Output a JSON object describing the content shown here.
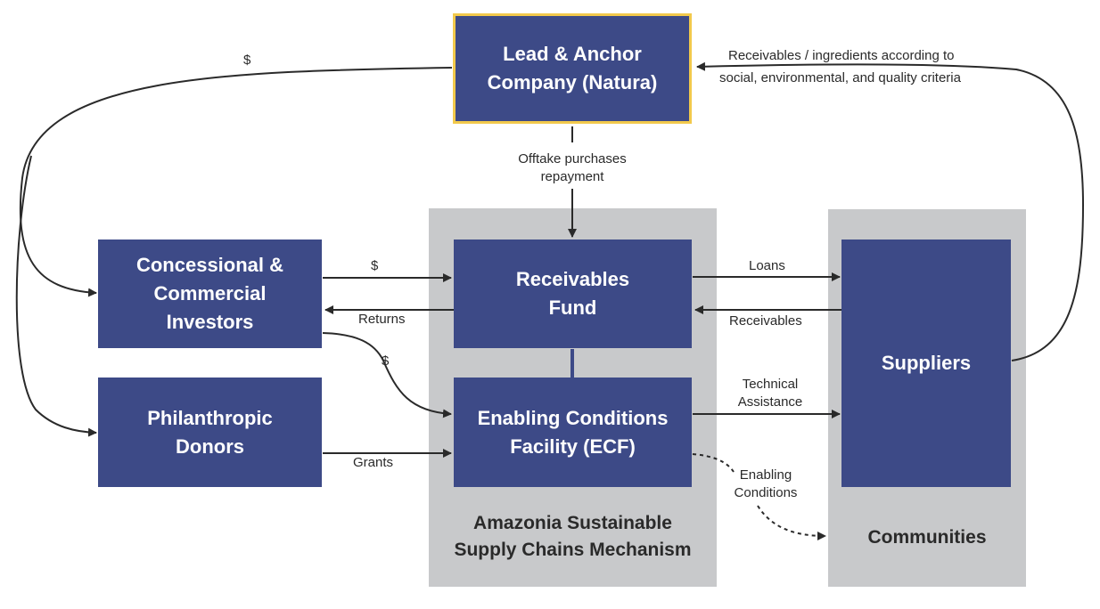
{
  "nodes": {
    "lead": {
      "line1": "Lead & Anchor",
      "line2": "Company (Natura)"
    },
    "investors": {
      "line1": "Concessional &",
      "line2": "Commercial",
      "line3": "Investors"
    },
    "donors": {
      "line1": "Philanthropic",
      "line2": "Donors"
    },
    "fund": {
      "line1": "Receivables",
      "line2": "Fund"
    },
    "ecf": {
      "line1": "Enabling Conditions",
      "line2": "Facility (ECF)"
    },
    "suppliers": {
      "label": "Suppliers"
    }
  },
  "panels": {
    "mechanism": {
      "line1": "Amazonia Sustainable",
      "line2": "Supply Chains Mechanism"
    },
    "communities": {
      "label": "Communities"
    }
  },
  "edge_labels": {
    "lead_to_investors": "$",
    "receivables_line1": "Receivables / ingredients according to",
    "receivables_line2": "social, environmental, and quality criteria",
    "offtake_line1": "Offtake purchases",
    "offtake_line2": "repayment",
    "investors_to_fund": "$",
    "fund_to_investors": "Returns",
    "investors_to_ecf": "$",
    "donors_to_ecf": "Grants",
    "fund_to_suppliers": "Loans",
    "suppliers_to_fund": "Receivables",
    "ecf_to_suppliers_line1": "Technical",
    "ecf_to_suppliers_line2": "Assistance",
    "ecf_to_communities_line1": "Enabling",
    "ecf_to_communities_line2": "Conditions"
  },
  "colors": {
    "box": "#3d4a87",
    "lead_border": "#f2c94c",
    "panel": "#c8c9cb",
    "arrow": "#2a2a2a"
  }
}
